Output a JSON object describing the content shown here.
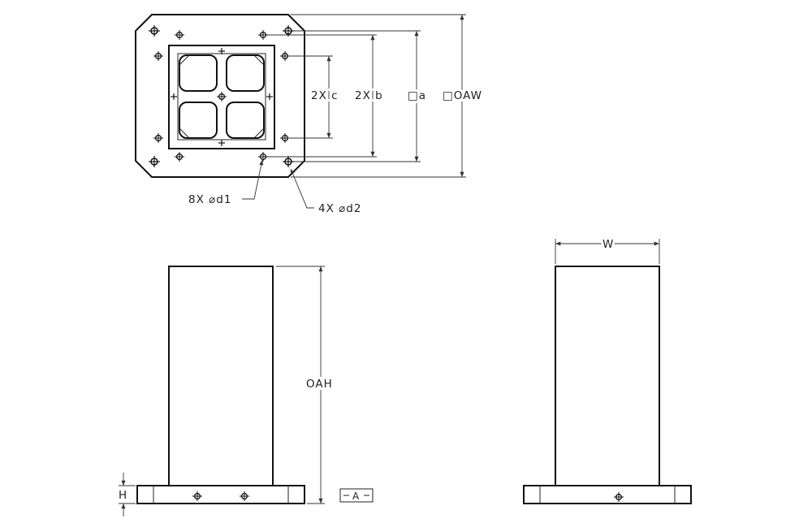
{
  "top_view": {
    "labels": {
      "c_dim": "2X  c",
      "b_dim": "2X  b",
      "a_dim": "□a",
      "oaw_dim": "□OAW",
      "d1_callout": "8X  ⌀d1",
      "d2_callout": "4X  ⌀d2"
    }
  },
  "front_view": {
    "labels": {
      "oah": "OAH",
      "h": "H",
      "datum": "A"
    }
  },
  "side_view": {
    "labels": {
      "w": "W"
    }
  },
  "colors": {
    "line": "#111111",
    "background": "#ffffff"
  }
}
